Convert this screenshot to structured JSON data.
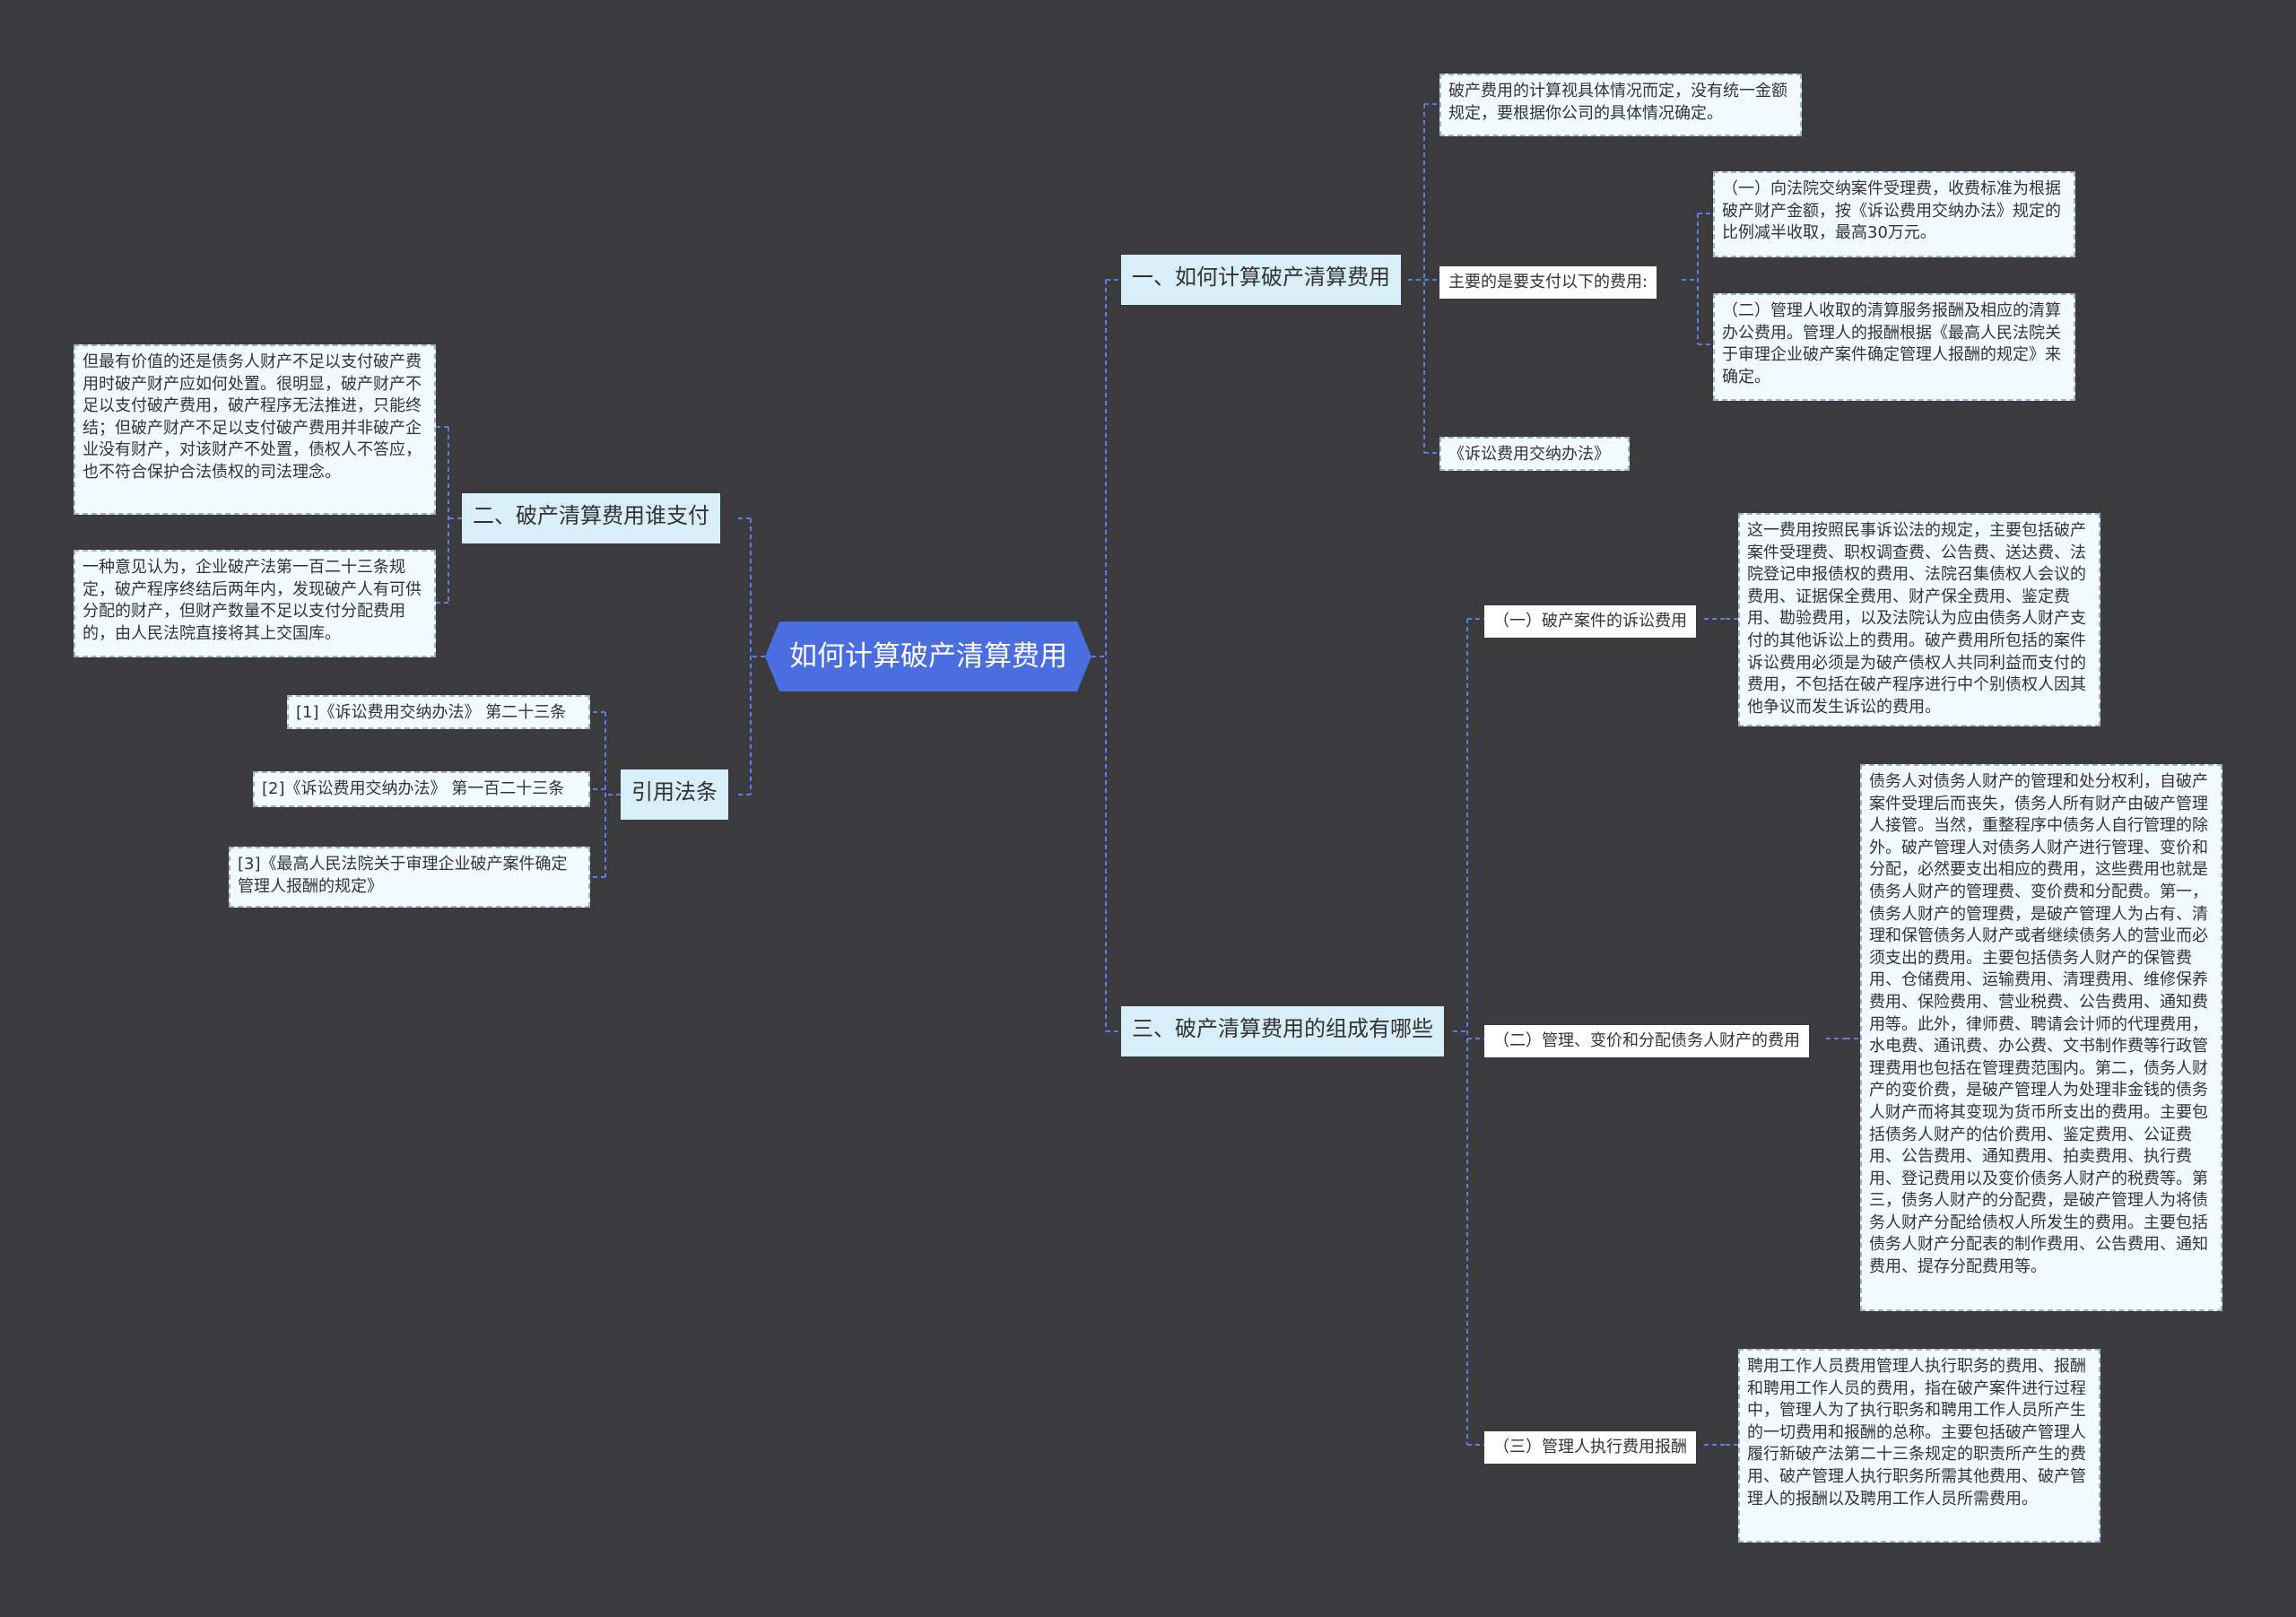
{
  "root": {
    "title": "如何计算破产清算费用"
  },
  "colors": {
    "background": "#3b3a3c",
    "root": "#4a6ee0",
    "branch": "#d8eef8",
    "leaf": "#f2fbff",
    "leaf_border": "#9ab4cf",
    "connector": "#5b7ce8"
  },
  "right": {
    "calc": {
      "title": "一、如何计算破产清算费用",
      "note": "破产费用的计算视具体情况而定，没有统一金额规定，要根据你公司的具体情况确定。",
      "main_label": "主要的是要支付以下的费用:",
      "items": [
        "（一）向法院交纳案件受理费，收费标准为根据破产财产金额，按《诉讼费用交纳办法》规定的比例减半收取，最高30万元。",
        "（二）管理人收取的清算服务报酬及相应的清算办公费用。管理人的报酬根据《最高人民法院关于审理企业破产案件确定管理人报酬的规定》来确定。"
      ],
      "law": "《诉讼费用交纳办法》"
    },
    "composition": {
      "title": "三、破产清算费用的组成有哪些",
      "items": [
        {
          "label": "（一）破产案件的诉讼费用",
          "text": "这一费用按照民事诉讼法的规定，主要包括破产案件受理费、职权调查费、公告费、送达费、法院登记申报债权的费用、法院召集债权人会议的费用、证据保全费用、财产保全费用、鉴定费用、勘验费用，以及法院认为应由债务人财产支付的其他诉讼上的费用。破产费用所包括的案件诉讼费用必须是为破产债权人共同利益而支付的费用，不包括在破产程序进行中个别债权人因其他争议而发生诉讼的费用。"
        },
        {
          "label": "（二）管理、变价和分配债务人财产的费用",
          "text": "债务人对债务人财产的管理和处分权利，自破产案件受理后而丧失，债务人所有财产由破产管理人接管。当然，重整程序中债务人自行管理的除外。破产管理人对债务人财产进行管理、变价和分配，必然要支出相应的费用，这些费用也就是债务人财产的管理费、变价费和分配费。第一，债务人财产的管理费，是破产管理人为占有、清理和保管债务人财产或者继续债务人的营业而必须支出的费用。主要包括债务人财产的保管费用、仓储费用、运输费用、清理费用、维修保养费用、保险费用、营业税费、公告费用、通知费用等。此外，律师费、聘请会计师的代理费用，水电费、通讯费、办公费、文书制作费等行政管理费用也包括在管理费范围内。第二，债务人财产的变价费，是破产管理人为处理非金钱的债务人财产而将其变现为货币所支出的费用。主要包括债务人财产的估价费用、鉴定费用、公证费用、公告费用、通知费用、拍卖费用、执行费用、登记费用以及变价债务人财产的税费等。第三，债务人财产的分配费，是破产管理人为将债务人财产分配给债权人所发生的费用。主要包括债务人财产分配表的制作费用、公告费用、通知费用、提存分配费用等。"
        },
        {
          "label": "（三）管理人执行费用报酬",
          "text": "聘用工作人员费用管理人执行职务的费用、报酬和聘用工作人员的费用，指在破产案件进行过程中，管理人为了执行职务和聘用工作人员所产生的一切费用和报酬的总称。主要包括破产管理人履行新破产法第二十三条规定的职责所产生的费用、破产管理人执行职务所需其他费用、破产管理人的报酬以及聘用工作人员所需费用。"
        }
      ]
    }
  },
  "left": {
    "who": {
      "title": "二、破产清算费用谁支付",
      "items": [
        "但最有价值的还是债务人财产不足以支付破产费用时破产财产应如何处置。很明显，破产财产不足以支付破产费用，破产程序无法推进，只能终结；但破产财产不足以支付破产费用并非破产企业没有财产，对该财产不处置，债权人不答应，也不符合保护合法债权的司法理念。",
        "一种意见认为，企业破产法第一百二十三条规定，破产程序终结后两年内，发现破产人有可供分配的财产，但财产数量不足以支付分配费用的，由人民法院直接将其上交国库。"
      ]
    },
    "laws": {
      "title": "引用法条",
      "items": [
        "[1]《诉讼费用交纳办法》 第二十三条",
        "[2]《诉讼费用交纳办法》 第一百二十三条",
        "[3]《最高人民法院关于审理企业破产案件确定管理人报酬的规定》"
      ]
    }
  }
}
